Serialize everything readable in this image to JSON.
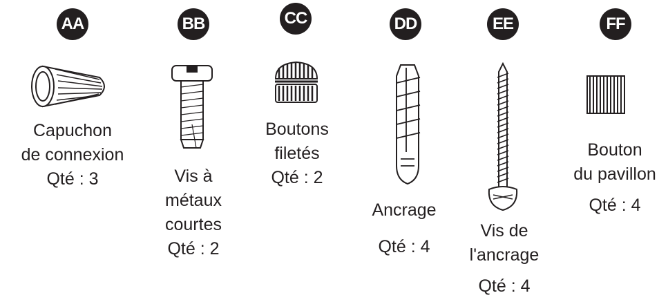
{
  "parts": [
    {
      "badge": "AA",
      "name_lines": [
        "Capuchon",
        "de connexion"
      ],
      "qty": "Qté : 3",
      "icon": "wire-nut-icon"
    },
    {
      "badge": "BB",
      "name_lines": [
        "Vis à",
        "métaux",
        "courtes"
      ],
      "qty": "Qté : 2",
      "icon": "machine-screw-icon"
    },
    {
      "badge": "CC",
      "name_lines": [
        "Boutons",
        "filetés"
      ],
      "qty": "Qté : 2",
      "icon": "threaded-knob-icon"
    },
    {
      "badge": "DD",
      "name_lines": [
        "Ancrage"
      ],
      "qty": "Qté : 4",
      "icon": "wall-anchor-icon"
    },
    {
      "badge": "EE",
      "name_lines": [
        "Vis de",
        "l'ancrage"
      ],
      "qty": "Qté : 4",
      "icon": "anchor-screw-icon"
    },
    {
      "badge": "FF",
      "name_lines": [
        "Bouton",
        "du pavillon"
      ],
      "qty": "Qté : 4",
      "icon": "canopy-knob-icon"
    }
  ]
}
